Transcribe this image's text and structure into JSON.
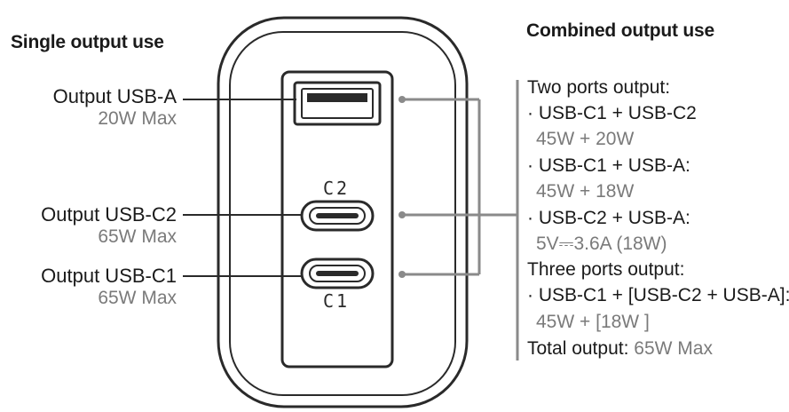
{
  "single_heading": "Single output use",
  "combined_heading": "Combined output use",
  "outputs": [
    {
      "name": "Output USB-A",
      "power": "20W Max"
    },
    {
      "name": "Output USB-C2",
      "power": "65W Max"
    },
    {
      "name": "Output USB-C1",
      "power": "65W Max"
    }
  ],
  "port_labels": {
    "c2": "C2",
    "c1": "C1"
  },
  "combined": {
    "two_ports_title": "Two ports output:",
    "combos": [
      {
        "ports": "· USB-C1 + USB-C2",
        "power": "45W + 20W"
      },
      {
        "ports": "· USB-C1 + USB-A:",
        "power": "45W + 18W"
      },
      {
        "ports": "· USB-C2 + USB-A:",
        "power": "5V⎓3.6A (18W)"
      }
    ],
    "three_ports_title": "Three ports output:",
    "three_combo": {
      "ports": "· USB-C1 + [USB-C2 + USB-A]:",
      "power": "45W + [18W ]"
    },
    "total_label": "Total output:",
    "total_value": "65W Max"
  }
}
